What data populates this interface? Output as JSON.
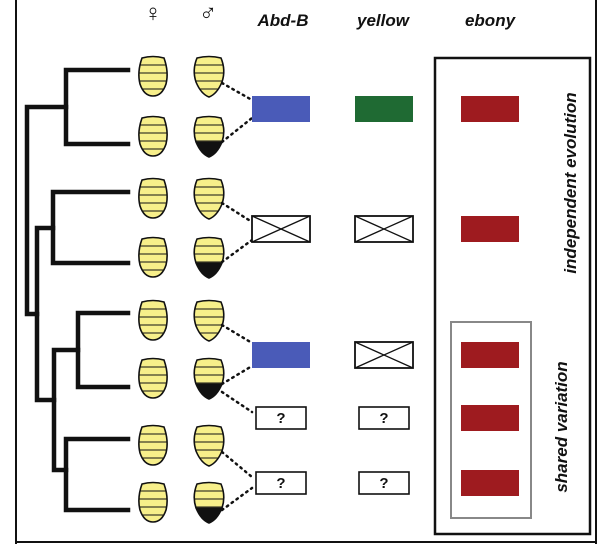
{
  "headers": {
    "female": "♀",
    "male": "♂",
    "gene1": "Abd-B",
    "gene2": "yellow",
    "gene3": "ebony"
  },
  "labels": {
    "independent": "independent evolution",
    "shared": "shared variation",
    "unknown": "?"
  },
  "colors": {
    "abdb_blue": "#4a5bb8",
    "yellow_green": "#1f6a33",
    "ebony_red": "#9e1b1f",
    "abdomen_yellow": "#f7ef8a",
    "abdomen_dark": "#111111",
    "tree": "#111111",
    "shared_box": "#888888"
  },
  "species": [
    {
      "male_pigmented": false
    },
    {
      "male_pigmented": true
    },
    {
      "male_pigmented": false
    },
    {
      "male_pigmented": true
    },
    {
      "male_pigmented": false
    },
    {
      "male_pigmented": true
    },
    {
      "male_pigmented": false
    },
    {
      "male_pigmented": false
    },
    {
      "male_pigmented": false
    },
    {
      "male_pigmented": true
    }
  ],
  "gene_states": [
    {
      "abdb": "blue",
      "yellow": "green",
      "ebony": "red"
    },
    {
      "abdb": "absent",
      "yellow": "absent",
      "ebony": "red"
    },
    {
      "abdb": "blue",
      "yellow": "absent",
      "ebony": "red"
    },
    {
      "abdb": "unknown",
      "yellow": "unknown",
      "ebony": "red"
    },
    {
      "abdb": "unknown",
      "yellow": "unknown",
      "ebony": "red"
    }
  ]
}
